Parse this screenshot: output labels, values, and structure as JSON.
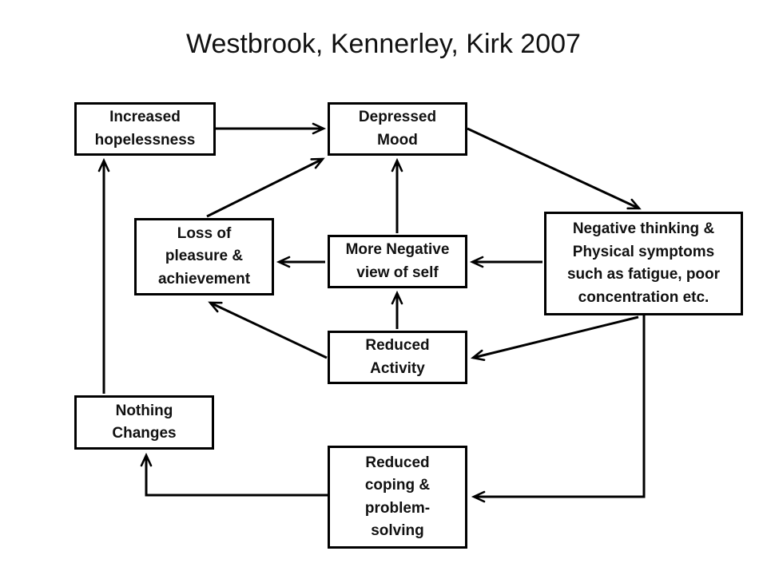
{
  "title": "Westbrook, Kennerley, Kirk 2007",
  "diagram": {
    "type": "cycle-flowchart",
    "line_color": "#000000",
    "box_fill": "#ffffff",
    "nodes": {
      "increased_hopelessness": {
        "id": "increased-hopelessness",
        "label": "Increased\nhopelessness"
      },
      "depressed_mood": {
        "id": "depressed-mood",
        "label": "Depressed\nMood"
      },
      "loss_of_pleasure": {
        "id": "loss-of-pleasure",
        "label": "Loss of\npleasure &\nachievement"
      },
      "more_negative_view": {
        "id": "more-negative-view",
        "label": "More Negative\nview of self"
      },
      "negative_thinking": {
        "id": "negative-thinking",
        "label": "Negative thinking &\nPhysical symptoms\nsuch as fatigue, poor\nconcentration etc."
      },
      "reduced_activity": {
        "id": "reduced-activity",
        "label": "Reduced\nActivity"
      },
      "nothing_changes": {
        "id": "nothing-changes",
        "label": "Nothing\nChanges"
      },
      "reduced_coping": {
        "id": "reduced-coping",
        "label": "Reduced\ncoping &\nproblem-\nsolving"
      }
    },
    "edges": [
      {
        "from": "increased-hopelessness",
        "to": "depressed-mood"
      },
      {
        "from": "loss-of-pleasure",
        "to": "depressed-mood"
      },
      {
        "from": "more-negative-view",
        "to": "depressed-mood"
      },
      {
        "from": "depressed-mood",
        "to": "negative-thinking"
      },
      {
        "from": "negative-thinking",
        "to": "more-negative-view"
      },
      {
        "from": "more-negative-view",
        "to": "loss-of-pleasure"
      },
      {
        "from": "reduced-activity",
        "to": "more-negative-view"
      },
      {
        "from": "reduced-activity",
        "to": "loss-of-pleasure"
      },
      {
        "from": "negative-thinking",
        "to": "reduced-activity"
      },
      {
        "from": "negative-thinking",
        "to": "reduced-coping"
      },
      {
        "from": "reduced-coping",
        "to": "nothing-changes"
      },
      {
        "from": "nothing-changes",
        "to": "increased-hopelessness"
      }
    ]
  }
}
